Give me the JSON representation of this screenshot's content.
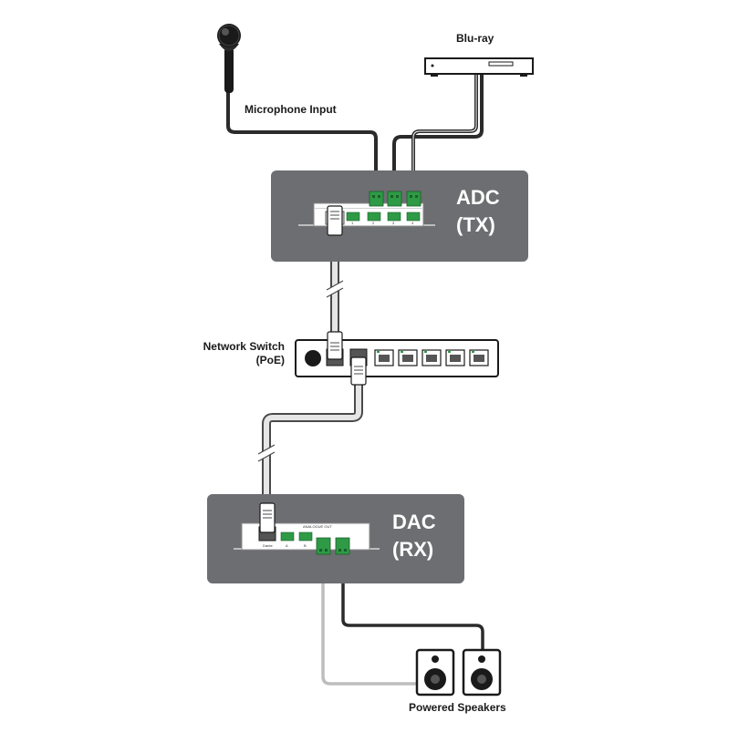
{
  "labels": {
    "bluray": "Blu-ray",
    "microphone": "Microphone Input",
    "adc_line1": "ADC",
    "adc_line2": "(TX)",
    "switch_line1": "Network Switch",
    "switch_line2": "(PoE)",
    "dac_line1": "DAC",
    "dac_line2": "(RX)",
    "speakers": "Powered Speakers"
  },
  "device_print": {
    "adc_ports": [
      "1",
      "2",
      "3",
      "4"
    ],
    "dac_network": "Dante",
    "dac_header": "ANALOGUE OUT",
    "dac_ports": [
      "A",
      "B"
    ]
  },
  "colors": {
    "panel": "#6d6e71",
    "connector": "#2e9a45",
    "cable_dark": "#2b2b2b",
    "cable_light": "#bdbdbd",
    "text": "#1a1a1a"
  }
}
